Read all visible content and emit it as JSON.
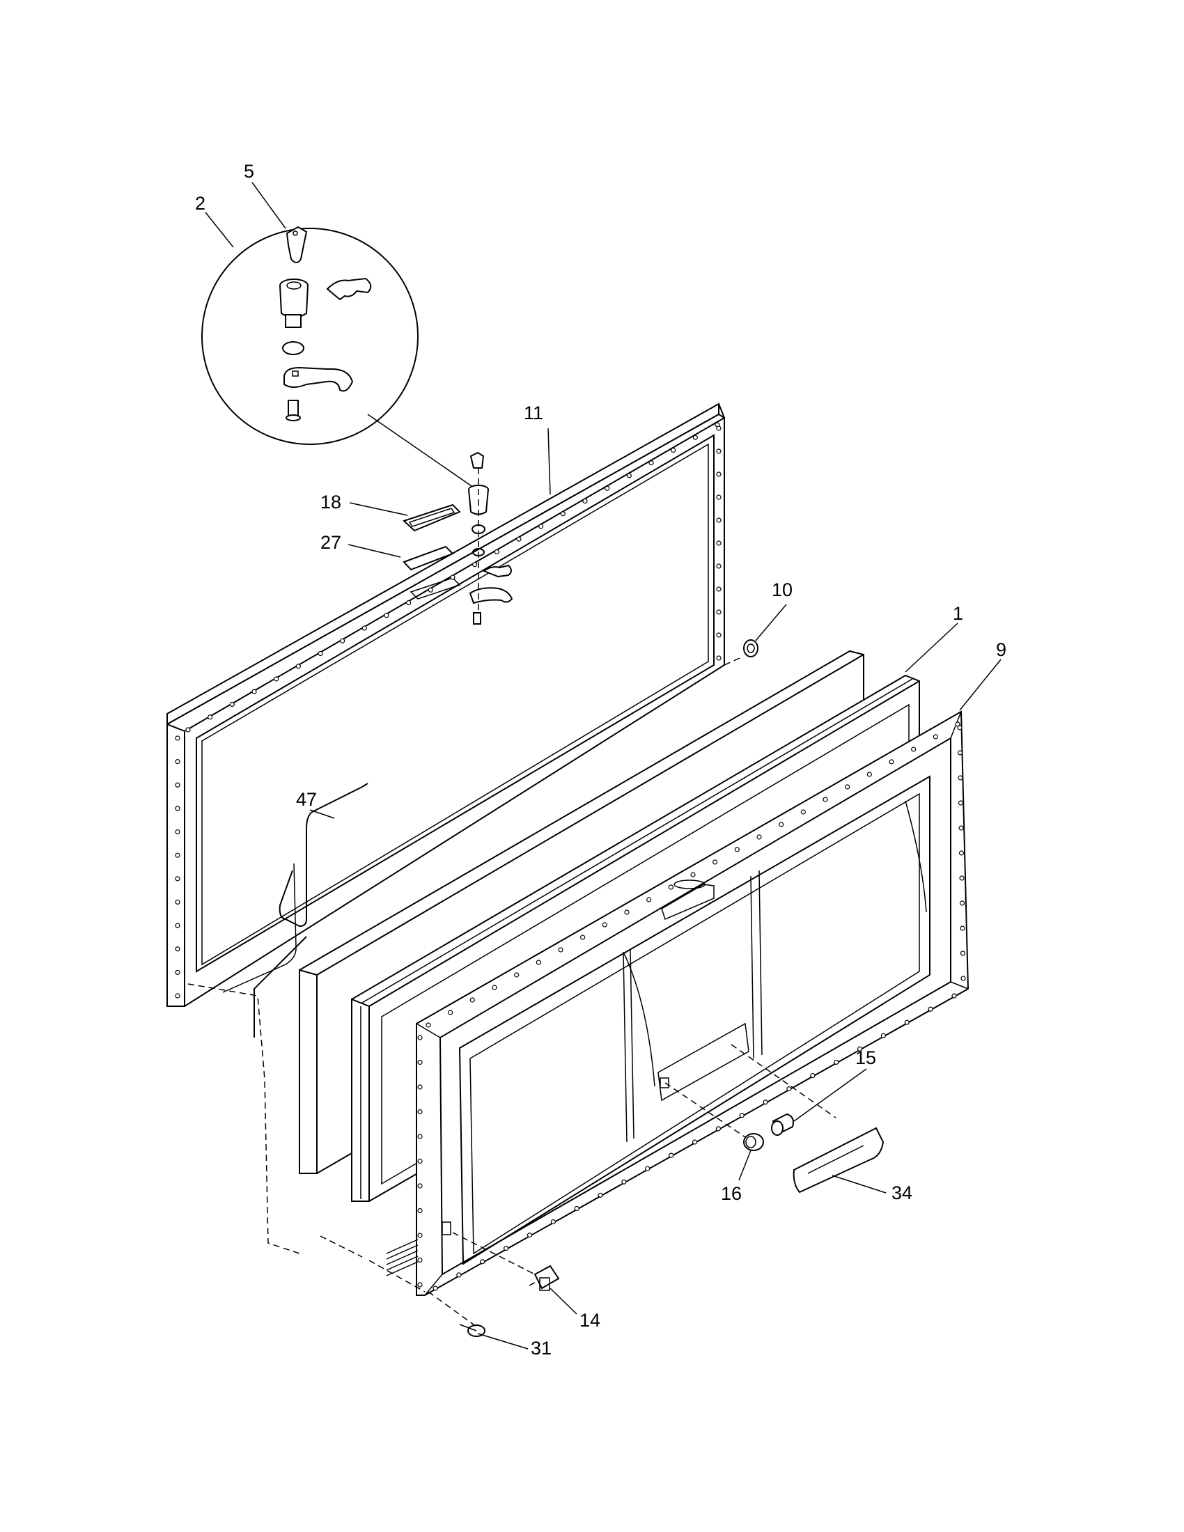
{
  "diagram": {
    "kind": "exploded parts view",
    "callouts": [
      "1",
      "2",
      "5",
      "9",
      "10",
      "11",
      "14",
      "15",
      "16",
      "18",
      "27",
      "31",
      "34",
      "47"
    ]
  }
}
